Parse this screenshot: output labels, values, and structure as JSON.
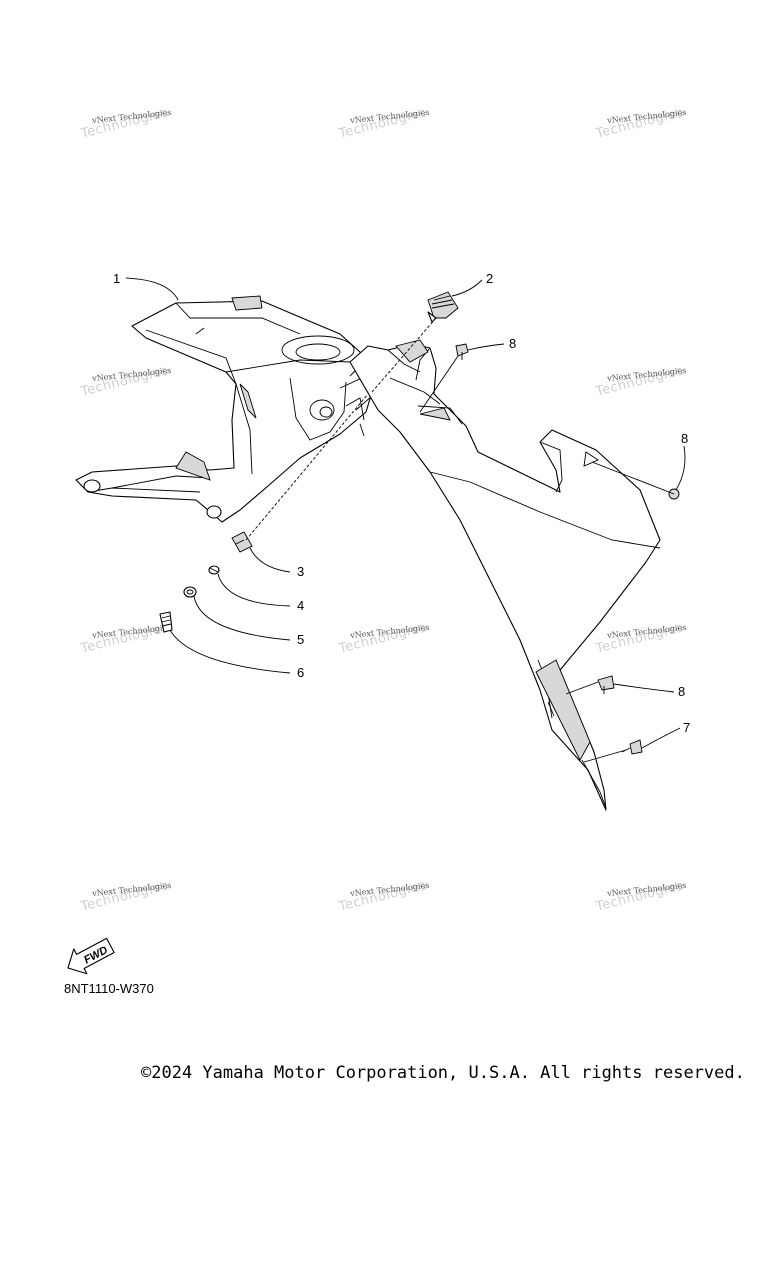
{
  "watermark": {
    "line1": "vNext Technologies",
    "line2": "Technologies"
  },
  "callouts": [
    {
      "label": "1"
    },
    {
      "label": "2"
    },
    {
      "label": "8"
    },
    {
      "label": "8"
    },
    {
      "label": "3"
    },
    {
      "label": "4"
    },
    {
      "label": "5"
    },
    {
      "label": "6"
    },
    {
      "label": "8"
    },
    {
      "label": "7"
    }
  ],
  "fwd_badge": "FWD",
  "part_code": "8NT1110-W370",
  "copyright": "©2024 Yamaha Motor Corporation, U.S.A. All rights reserved."
}
